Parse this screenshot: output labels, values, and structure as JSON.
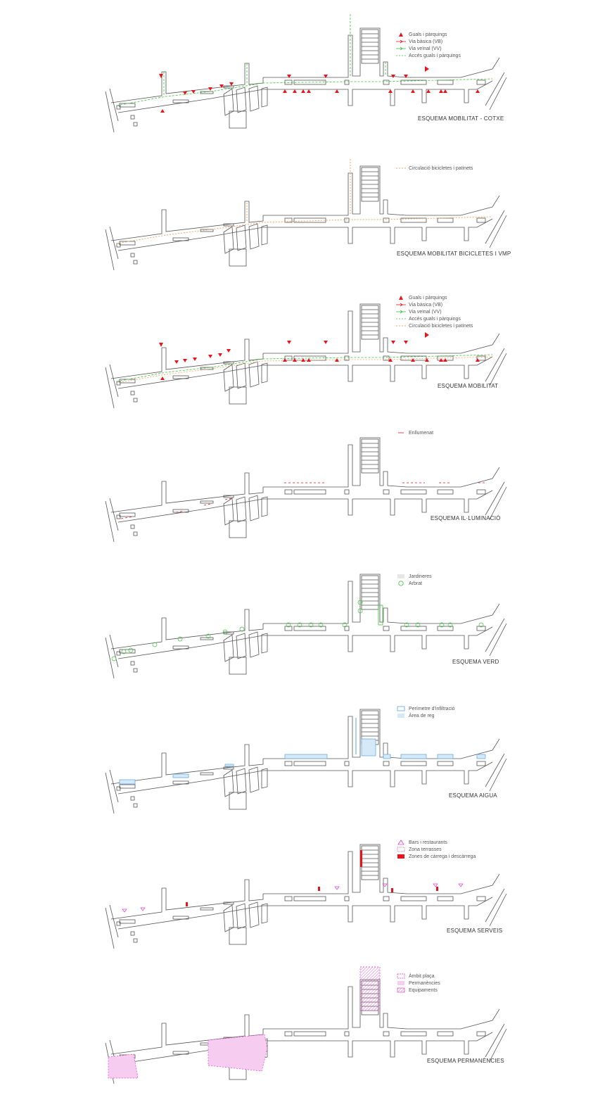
{
  "colors": {
    "base": "#555555",
    "red": "#e8141c",
    "green": "#3ac23a",
    "orange": "#f2a46a",
    "blue": "#5aa3e0",
    "blue_fill": "#d6e9f9",
    "magenta": "#e040c8",
    "magenta_fill": "#f6cdf0",
    "garden_fill": "#e6e6e6"
  },
  "panels": [
    {
      "title": "ESQUEMA MOBILITAT - COTXE",
      "legend": [
        {
          "label": "Guals i pàrquings",
          "icon": "red-triangle-icon"
        },
        {
          "label": "Via bàsica (VB)",
          "icon": "red-arrow-line-icon"
        },
        {
          "label": "Via veïnal (VV)",
          "icon": "green-arrow-line-icon"
        },
        {
          "label": "Accés guals i pàrquings",
          "icon": "green-dotted-line-icon"
        }
      ]
    },
    {
      "title": "ESQUEMA MOBILITAT BICICLETES I VMP",
      "legend": [
        {
          "label": "Circulació bicicletes i patinets",
          "icon": "orange-dotted-line-icon"
        }
      ]
    },
    {
      "title": "ESQUEMA MOBILITAT",
      "legend": [
        {
          "label": "Guals i pàrquings",
          "icon": "red-triangle-icon"
        },
        {
          "label": "Via bàsica (VB)",
          "icon": "red-arrow-line-icon"
        },
        {
          "label": "Via veïnal (VV)",
          "icon": "green-arrow-line-icon"
        },
        {
          "label": "Accés guals i pàrquings",
          "icon": "green-dotted-line-icon"
        },
        {
          "label": "Circulació bicicletes i patinets",
          "icon": "orange-dotted-line-icon"
        }
      ]
    },
    {
      "title": "ESQUEMA IL·LUMINACIÓ",
      "legend": [
        {
          "label": "Enllumenat",
          "icon": "red-dash-icon"
        }
      ]
    },
    {
      "title": "ESQUEMA VERD",
      "legend": [
        {
          "label": "Jardineres",
          "icon": "grey-box-icon"
        },
        {
          "label": "Arbrat",
          "icon": "green-circle-icon"
        }
      ]
    },
    {
      "title": "ESQUEMA AIGUA",
      "legend": [
        {
          "label": "Perímetre d'infiltració",
          "icon": "blue-outline-box-icon"
        },
        {
          "label": "Àrea de reg",
          "icon": "light-blue-box-icon"
        }
      ]
    },
    {
      "title": "ESQUEMA SERVEIS",
      "legend": [
        {
          "label": "Bars i restaurants",
          "icon": "magenta-triangle-icon"
        },
        {
          "label": "Zona terrasses",
          "icon": "magenta-dotted-box-icon"
        },
        {
          "label": "Zones de càrrega i descàrrega",
          "icon": "red-box-icon"
        }
      ]
    },
    {
      "title": "ESQUEMA PERMANÈNCIES",
      "legend": [
        {
          "label": "Àmbit plaça",
          "icon": "magenta-dashed-box-icon"
        },
        {
          "label": "Permanències",
          "icon": "magenta-light-box-icon"
        },
        {
          "label": "Equipaments",
          "icon": "magenta-hatched-box-icon"
        }
      ]
    }
  ]
}
